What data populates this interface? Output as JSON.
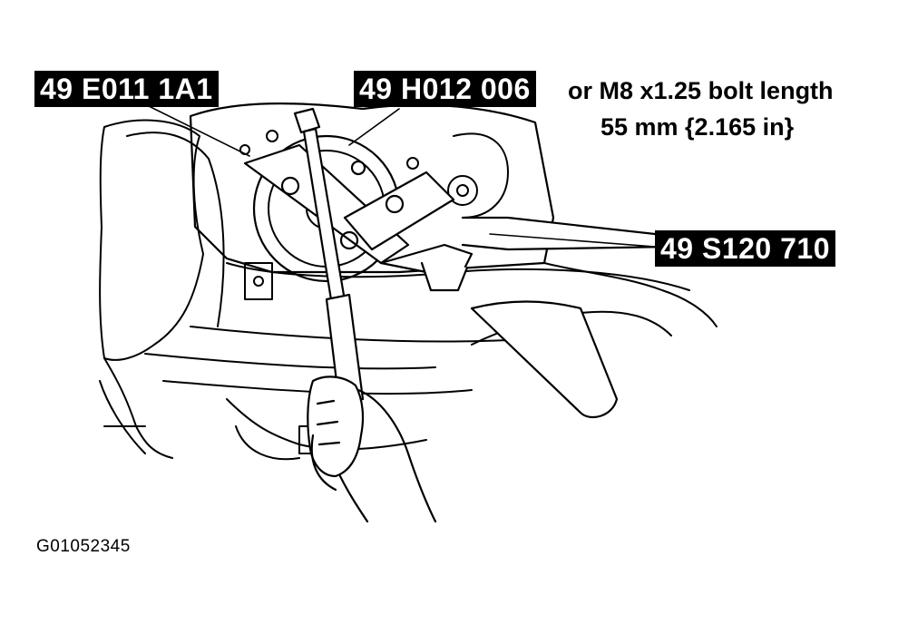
{
  "callouts": {
    "tool_1": "49 E011 1A1",
    "tool_2": "49 H012 006",
    "tool_3": "49 S120 710"
  },
  "note": {
    "line_1": "or M8 x1.25 bolt length",
    "line_2": "55 mm {2.165 in}"
  },
  "figure_id": "G01052345"
}
